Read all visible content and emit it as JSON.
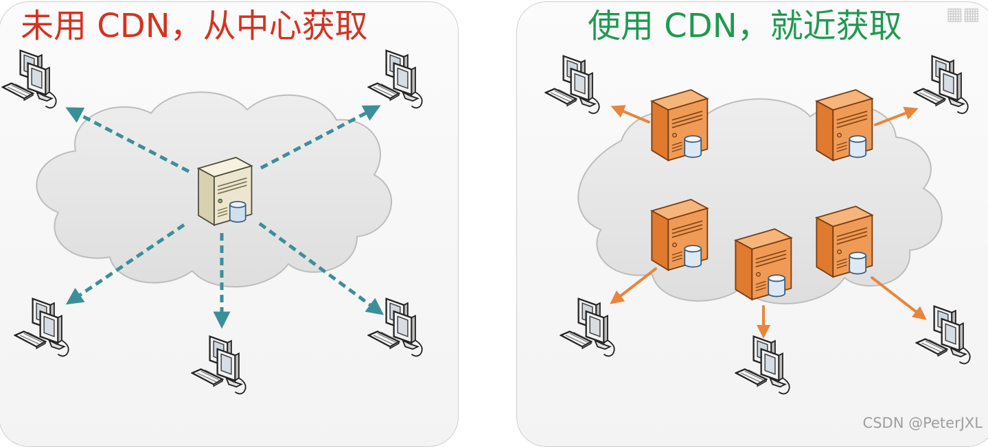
{
  "left_panel": {
    "title": "未用 CDN，从中心获取"
  },
  "right_panel": {
    "title": "使用 CDN，就近获取"
  },
  "watermark": "CSDN @PeterJXL",
  "colors": {
    "left_title": "#d5321f",
    "right_title": "#1e9a4f",
    "teal_arrow": "#3a8f9a",
    "orange_arrow": "#e9853b",
    "cloud_fill": "#e6e6e6",
    "cloud_stroke": "#bdbdbd",
    "server_orange": "#ee9a55",
    "server_beige": "#ece6cf"
  },
  "icons": {
    "client": "desktop-computer-icon",
    "central_server": "server-tower-icon",
    "edge_server": "cdn-edge-server-icon",
    "cloud": "network-cloud-icon"
  }
}
